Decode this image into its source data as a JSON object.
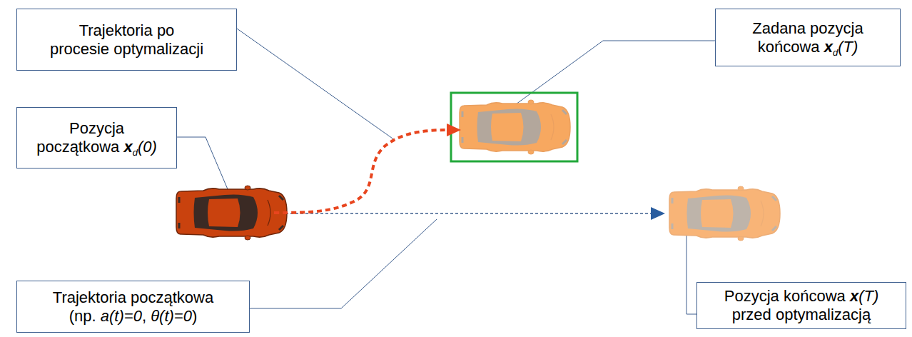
{
  "diagram": {
    "nodes": [
      {
        "text": [
          "Trajektoria po procesie optymalizacji"
        ]
      },
      {
        "text": [
          "Zadana pozycja końcowa xd(T)"
        ]
      },
      {
        "text": [
          "Pozycja początkowa xd(0)"
        ]
      },
      {
        "text": [
          "Trajektoria początkowa (np. a(t)=0, θ(t)=0)"
        ]
      },
      {
        "text": [
          "Pozycja końcowa x(T) przed optymalizacją"
        ]
      }
    ]
  }
}
